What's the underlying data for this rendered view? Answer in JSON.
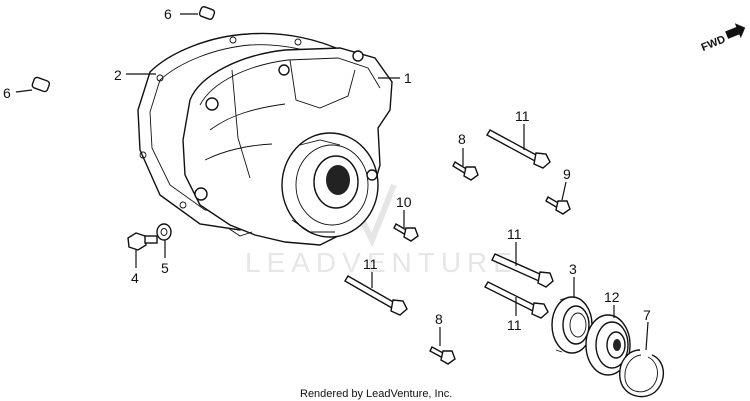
{
  "watermark": "LEADVENTURE",
  "footer": "Rendered by LeadVenture, Inc.",
  "direction_marker": "FWD",
  "callouts": [
    {
      "id": "c6a",
      "label": "6"
    },
    {
      "id": "c6b",
      "label": "6"
    },
    {
      "id": "c2",
      "label": "2"
    },
    {
      "id": "c1",
      "label": "1"
    },
    {
      "id": "c11a",
      "label": "11"
    },
    {
      "id": "c8a",
      "label": "8"
    },
    {
      "id": "c9",
      "label": "9"
    },
    {
      "id": "c10",
      "label": "10"
    },
    {
      "id": "c11b",
      "label": "11"
    },
    {
      "id": "c11c",
      "label": "11"
    },
    {
      "id": "c11d",
      "label": "11"
    },
    {
      "id": "c3",
      "label": "3"
    },
    {
      "id": "c12",
      "label": "12"
    },
    {
      "id": "c7",
      "label": "7"
    },
    {
      "id": "c4",
      "label": "4"
    },
    {
      "id": "c5",
      "label": "5"
    },
    {
      "id": "c8b",
      "label": "8"
    }
  ]
}
